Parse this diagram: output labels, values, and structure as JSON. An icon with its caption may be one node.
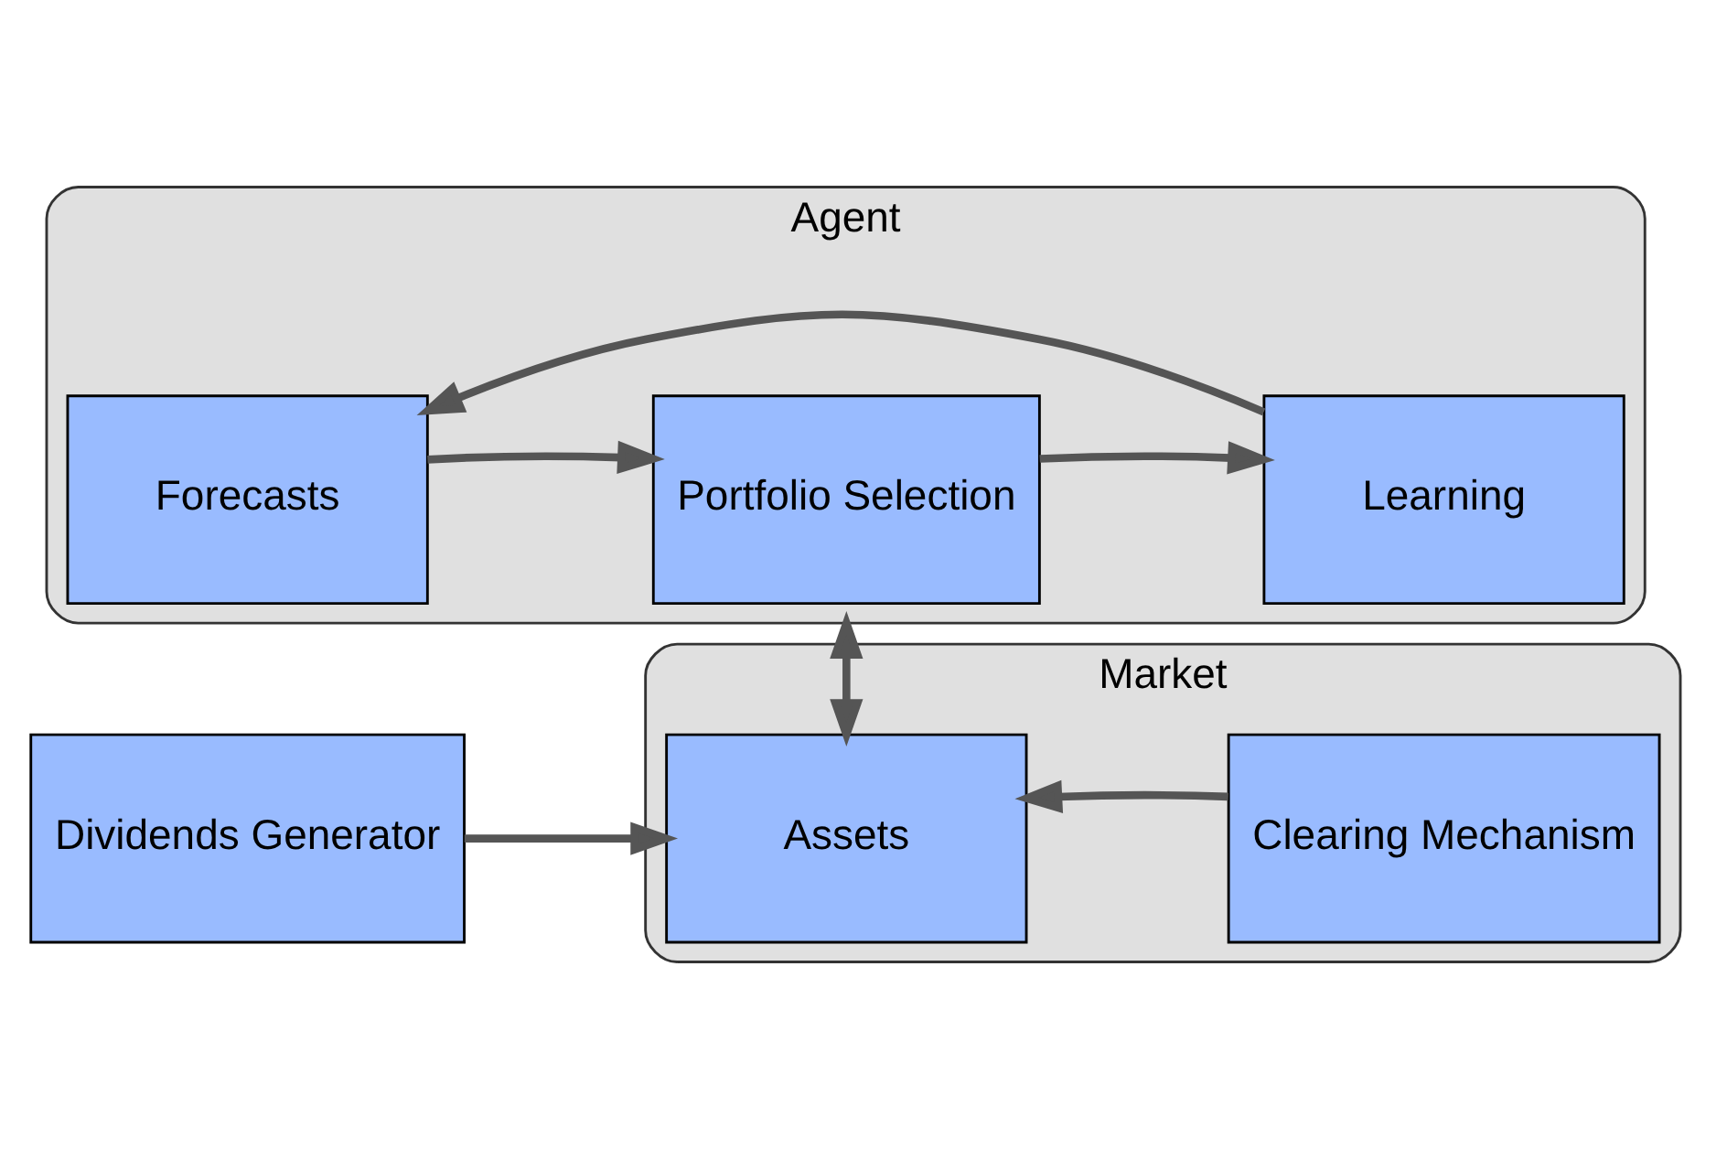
{
  "diagram": {
    "nodes": [
      {
        "text": [
          "Dividends Generator"
        ]
      },
      {
        "text": [
          "Market"
        ]
      },
      {
        "text": [
          "Assets"
        ],
        "in": 1
      },
      {
        "text": [
          "Clearing Mechanism"
        ],
        "in": 1
      },
      {
        "text": [
          "Agent"
        ]
      },
      {
        "text": [
          "Forecasts"
        ],
        "in": 4
      },
      {
        "text": [
          "Portfolio Selection"
        ],
        "in": 4
      },
      {
        "text": [
          "Learning"
        ],
        "in": 4
      }
    ],
    "edges": [
      {
        "from": 0,
        "to": 2,
        "arrow": "to"
      },
      {
        "from": 3,
        "to": 2,
        "arrow": "to"
      },
      {
        "from": 2,
        "to": 4,
        "arrow": "both"
      },
      {
        "from": 5,
        "to": 6,
        "arrow": "to"
      },
      {
        "from": 6,
        "to": 7,
        "arrow": "to"
      },
      {
        "from": 7,
        "to": 5,
        "arrow": "to"
      }
    ]
  }
}
